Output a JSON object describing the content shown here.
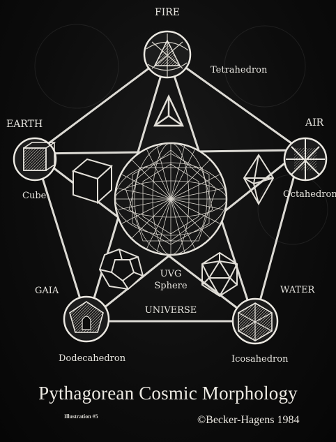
{
  "diagram": {
    "top_label": "FIRE",
    "air_label": "AIR",
    "earth_label": "EARTH",
    "water_label": "WATER",
    "gaia_label": "GAIA",
    "tetrahedron_label": "Tetrahedron",
    "octahedron_label": "Octahedron",
    "cube_label": "Cube",
    "dodecahedron_label": "Dodecahedron",
    "icosahedron_label": "Icosahedron",
    "center_line1": "UVG",
    "center_line2": "Sphere",
    "universe_label": "UNIVERSE",
    "line_color": "#dcdad4"
  },
  "caption": {
    "title": "Pythagorean Cosmic Morphology",
    "illustration": "Illustration #5",
    "copyright": "©Becker-Hagens 1984"
  }
}
